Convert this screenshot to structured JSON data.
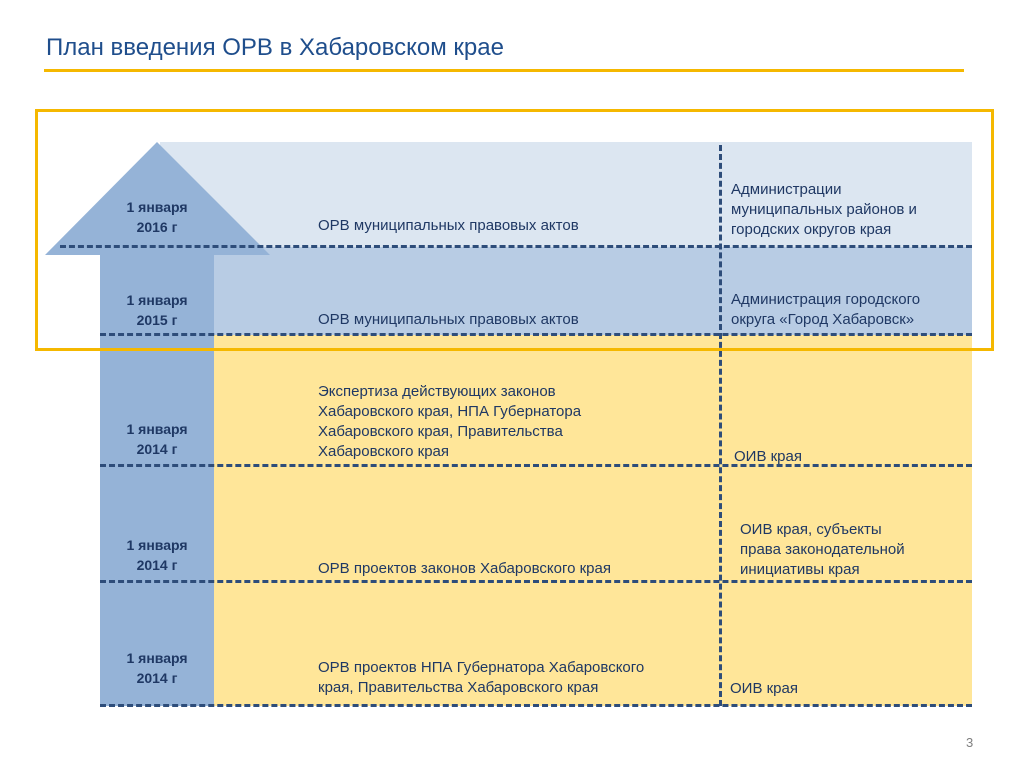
{
  "title": "План введения ОРВ в Хабаровском крае",
  "page_number": "3",
  "colors": {
    "title": "#1f4e8c",
    "accent_yellow": "#f5b800",
    "band_light_blue": "#dce6f1",
    "band_mid_blue": "#b8cce4",
    "band_yellow": "#ffe699",
    "arrow_blue": "#95b3d7",
    "text_dark": "#1f3864"
  },
  "rows": [
    {
      "date_line1": "1 января",
      "date_line2": "2016 г",
      "description": [
        "ОРВ муниципальных правовых актов"
      ],
      "responsible": [
        "Администрации",
        "муниципальных районов и",
        "городских округов края"
      ]
    },
    {
      "date_line1": "1 января",
      "date_line2": "2015 г",
      "description": [
        "ОРВ муниципальных правовых актов"
      ],
      "responsible": [
        "Администрация городского",
        "округа «Город Хабаровск»"
      ]
    },
    {
      "date_line1": "1 января",
      "date_line2": "2014 г",
      "description": [
        "Экспертиза действующих законов",
        "Хабаровского края, НПА Губернатора",
        "Хабаровского края, Правительства",
        "Хабаровского края"
      ],
      "responsible": [
        "ОИВ края"
      ]
    },
    {
      "date_line1": "1 января",
      "date_line2": "2014 г",
      "description": [
        "ОРВ проектов законов Хабаровского края"
      ],
      "responsible": [
        "ОИВ края, субъекты",
        "права законодательной",
        "инициативы края"
      ]
    },
    {
      "date_line1": "1 января",
      "date_line2": "2014 г",
      "description": [
        "ОРВ проектов НПА Губернатора Хабаровского",
        "края, Правительства Хабаровского края"
      ],
      "responsible": [
        "ОИВ края"
      ]
    }
  ]
}
